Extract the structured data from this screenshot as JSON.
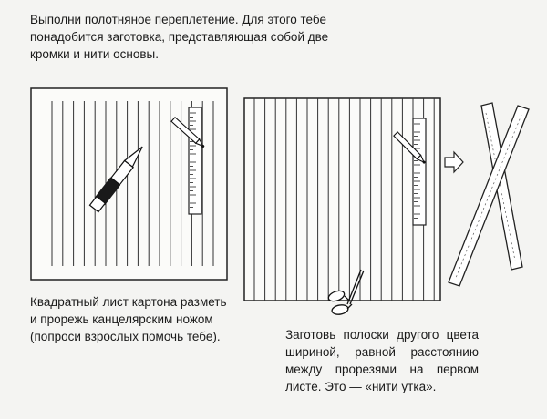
{
  "intro": {
    "lines": [
      "Выполни полотняное переплетение. Для этого тебе",
      "понадобится заготовка, представляющая собой две",
      "кромки и нити основы."
    ]
  },
  "caption_left": {
    "lines": [
      "Квадратный лист картона разметь",
      "и прорежь канцелярским ножом",
      "(попроси взрослых помочь тебе)."
    ]
  },
  "caption_right": {
    "lines": [
      [
        "Заготовь",
        "полоски",
        "другого",
        "цвета"
      ],
      [
        "шириной,",
        "равной",
        "расстоянию"
      ],
      [
        "между",
        "прорезями",
        "на",
        "первом"
      ],
      [
        "листе. Это — «нити утка»."
      ]
    ]
  },
  "icons": {
    "arrow": "arrow-right-icon",
    "knife": "utility-knife-icon",
    "ruler": "ruler-icon",
    "pencil": "pencil-icon",
    "scissors": "scissors-icon"
  }
}
